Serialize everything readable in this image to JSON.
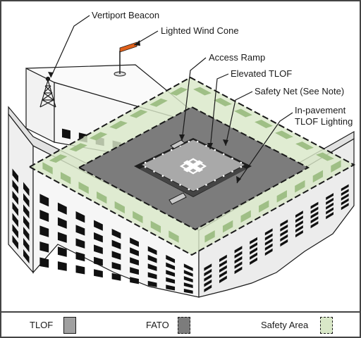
{
  "callouts": {
    "beacon": "Vertiport Beacon",
    "wind_cone": "Lighted Wind Cone",
    "access_ramp": "Access Ramp",
    "elevated_tlof": "Elevated TLOF",
    "safety_net": "Safety Net (See Note)",
    "lighting_line1": "In-pavement",
    "lighting_line2": "TLOF Lighting"
  },
  "legend": {
    "tlof": {
      "label": "TLOF",
      "color": "#a0a0a0"
    },
    "fato": {
      "label": "FATO",
      "color": "#7c7c7c"
    },
    "safety_area": {
      "label": "Safety Area",
      "color": "#d9e8c8"
    }
  },
  "colors": {
    "outline": "#1a1a1a",
    "building_face": "#f4f4f4",
    "window": "#111111",
    "safety_area": "#d9e8c8",
    "fato": "#7c7c7c",
    "tlof": "#a0a0a0",
    "wind_cone": "#e0601a"
  },
  "icons": {
    "tlof_marking": "vertiport-marking-icon"
  }
}
